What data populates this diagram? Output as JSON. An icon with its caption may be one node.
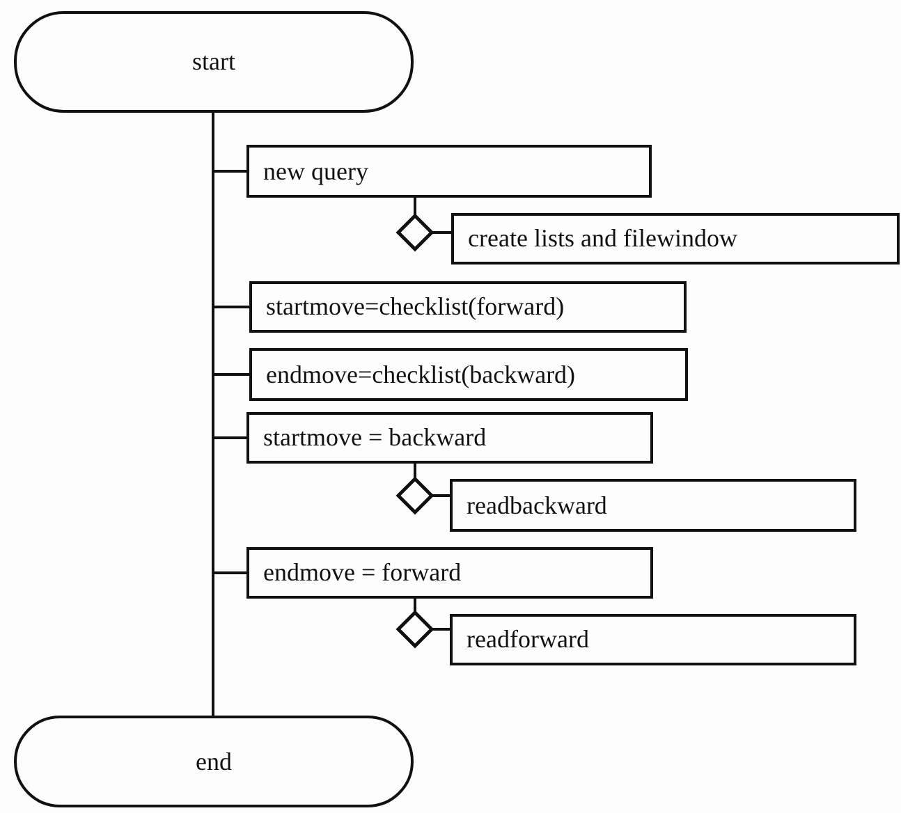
{
  "diagram": {
    "nodes": [
      {
        "text": [
          "start"
        ]
      },
      {
        "text": [
          "new query"
        ]
      },
      {
        "text": [],
        "shape": "diamond"
      },
      {
        "text": [
          "create lists and filewindow"
        ]
      },
      {
        "text": [
          "startmove=checklist(forward)"
        ]
      },
      {
        "text": [
          "endmove=checklist(backward)"
        ]
      },
      {
        "text": [
          "startmove = backward"
        ]
      },
      {
        "text": [],
        "shape": "diamond"
      },
      {
        "text": [
          "readbackward"
        ]
      },
      {
        "text": [
          "endmove = forward"
        ]
      },
      {
        "text": [],
        "shape": "diamond"
      },
      {
        "text": [
          "readforward"
        ]
      },
      {
        "text": [
          "end"
        ]
      }
    ],
    "edges": [
      {
        "from": 0,
        "to": 12,
        "arrow": "none"
      },
      {
        "from": 0,
        "to": 1,
        "arrow": "none"
      },
      {
        "from": 1,
        "to": 2,
        "arrow": "none"
      },
      {
        "from": 2,
        "to": 3,
        "arrow": "none"
      },
      {
        "from": 0,
        "to": 4,
        "arrow": "none"
      },
      {
        "from": 0,
        "to": 5,
        "arrow": "none"
      },
      {
        "from": 0,
        "to": 6,
        "arrow": "none"
      },
      {
        "from": 6,
        "to": 7,
        "arrow": "none"
      },
      {
        "from": 7,
        "to": 8,
        "arrow": "none"
      },
      {
        "from": 0,
        "to": 9,
        "arrow": "none"
      },
      {
        "from": 9,
        "to": 10,
        "arrow": "none"
      },
      {
        "from": 10,
        "to": 11,
        "arrow": "none"
      }
    ]
  }
}
